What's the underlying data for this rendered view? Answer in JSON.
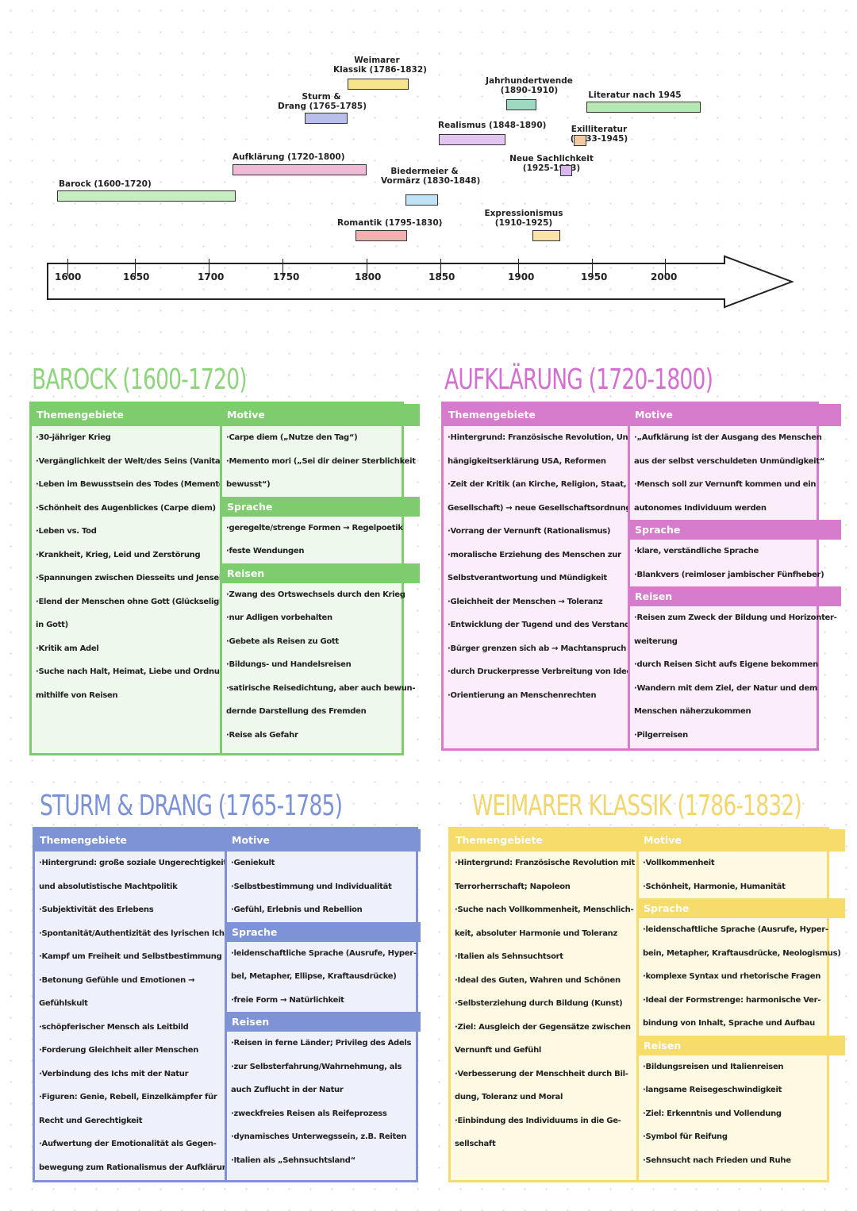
{
  "timeline": {
    "eras": [
      {
        "label": "Weimarer\nKlassik (1786-1832)",
        "color": "#f6e58c"
      },
      {
        "label": "Sturm &\nDrang (1765-1785)",
        "color": "#b7bfea"
      },
      {
        "label": "Jahrhundertwende\n(1890-1910)",
        "color": "#9fd8c0"
      },
      {
        "label": "Literatur nach 1945",
        "color": "#b9e7b3"
      },
      {
        "label": "Realismus (1848-1890)",
        "color": "#e3c6f0"
      },
      {
        "label": "Exilliteratur\n(1933-1945)",
        "color": "#f5c9a0"
      },
      {
        "label": "Aufklärung (1720-1800)",
        "color": "#f0b9d6"
      },
      {
        "label": "Biedermeier &\nVormärz (1830-1848)",
        "color": "#bfe2f4"
      },
      {
        "label": "Neue Sachlichkeit\n(1925-1933)",
        "color": "#d8b8ec"
      },
      {
        "label": "Barock (1600-1720)",
        "color": "#c7ecc2"
      },
      {
        "label": "Romantik (1795-1830)",
        "color": "#f2b0b0"
      },
      {
        "label": "Expressionismus\n(1910-1925)",
        "color": "#fbe3a6"
      }
    ],
    "years": [
      "1600",
      "1650",
      "1700",
      "1750",
      "1800",
      "1850",
      "1900",
      "1950",
      "2000"
    ]
  },
  "sections": [
    {
      "title": "BAROCK (1600-1720)",
      "color": "#7dcc6e",
      "title_color": "#8dd47d",
      "tint": "#eef8ec",
      "left": {
        "heading": "Themengebiete",
        "lines": [
          "·30-jähriger Krieg",
          "·Vergänglichkeit der Welt/des Seins (Vanitas)",
          "·Leben im Bewusstsein des Todes (Memento mori)",
          "·Schönheit des Augenblickes (Carpe diem)",
          "·Leben vs. Tod",
          "·Krankheit, Krieg, Leid und Zerstörung",
          "·Spannungen zwischen Diesseits und Jenseits",
          "·Elend der Menschen ohne Gott (Glückseligkeit",
          "in Gott)",
          "·Kritik am Adel",
          "·Suche nach Halt, Heimat, Liebe und Ordnung",
          "mithilfe von Reisen"
        ]
      },
      "right": [
        {
          "heading": "Motive",
          "lines": [
            "·Carpe diem („Nutze den Tag“)",
            "·Memento mori („Sei dir deiner Sterblichkeit",
            "bewusst“)"
          ]
        },
        {
          "heading": "Sprache",
          "lines": [
            "·geregelte/strenge Formen → Regelpoetik",
            "·feste Wendungen"
          ]
        },
        {
          "heading": "Reisen",
          "lines": [
            "·Zwang des Ortswechsels durch den Krieg",
            "·nur Adligen vorbehalten",
            "·Gebete als Reisen zu Gott",
            "·Bildungs- und Handelsreisen",
            "·satirische Reisedichtung, aber auch bewun-",
            "derndе Darstellung des Fremden",
            "·Reise als Gefahr"
          ]
        }
      ]
    },
    {
      "title": "AUFKLÄRUNG (1720-1800)",
      "color": "#d77ccc",
      "title_color": "#d36fd0",
      "tint": "#fbeefa",
      "left": {
        "heading": "Themengebiete",
        "lines": [
          "·Hintergrund: Französische Revolution, Unab-",
          "hängigkeitserklärung USA, Reformen",
          "·Zeit der Kritik (an Kirche, Religion, Staat,",
          "Gesellschaft) → neue Gesellschaftsordnung",
          "·Vorrang der Vernunft (Rationalismus)",
          "·moralische Erziehung des Menschen zur",
          "Selbstverantwortung und Mündigkeit",
          "·Gleichheit der Menschen → Toleranz",
          "·Entwicklung der Tugend und des Verstandes",
          "·Bürger grenzen sich ab → Machtanspruch",
          "·durch Druckerpresse Verbreitung von Ideen",
          "·Orientierung an Menschenrechten"
        ]
      },
      "right": [
        {
          "heading": "Motive",
          "lines": [
            "·„Aufklärung ist der Ausgang des Menschen",
            "aus der selbst verschuldeten Unmündigkeit“",
            "·Mensch soll zur Vernunft kommen und ein",
            "autonomes Individuum werden"
          ]
        },
        {
          "heading": "Sprache",
          "lines": [
            "·klare, verständliche Sprache",
            "·Blankvers (reimloser jambischer Fünfheber)"
          ]
        },
        {
          "heading": "Reisen",
          "lines": [
            "·Reisen zum Zweck der Bildung und Horizonter-",
            "weiterung",
            "·durch Reisen Sicht aufs Eigene bekommen",
            "·Wandern mit dem Ziel, der Natur und dem",
            "Menschen näherzukommen",
            "·Pilgerreisen"
          ]
        }
      ]
    },
    {
      "title": "STURM & DRANG (1765-1785)",
      "color": "#7d93d6",
      "title_color": "#7a92da",
      "tint": "#eef1fb",
      "left": {
        "heading": "Themengebiete",
        "lines": [
          "·Hintergrund: große soziale Ungerechtigkeit",
          "und absolutistische Machtpolitik",
          "·Subjektivität des Erlebens",
          "·Spontanität/Authentizität des lyrischen Ichs",
          "·Kampf um Freiheit und Selbstbestimmung",
          "·Betonung Gefühle und Emotionen →",
          "Gefühlskult",
          "·schöpferischer Mensch als Leitbild",
          "·Forderung Gleichheit aller Menschen",
          "·Verbindung des Ichs mit der Natur",
          "·Figuren: Genie, Rebell, Einzelkämpfer für",
          "Recht und Gerechtigkeit",
          "·Aufwertung der Emotionalität als Gegen-",
          "bewegung zum Rationalismus der Aufklärung"
        ]
      },
      "right": [
        {
          "heading": "Motive",
          "lines": [
            "·Geniekult",
            "·Selbstbestimmung und Individualität",
            "·Gefühl, Erlebnis und Rebellion"
          ]
        },
        {
          "heading": "Sprache",
          "lines": [
            "·leidenschaftliche Sprache (Ausrufe, Hyper-",
            "bel, Metapher, Ellipse, Kraftausdrücke)",
            "·freie Form → Natürlichkeit"
          ]
        },
        {
          "heading": "Reisen",
          "lines": [
            "·Reisen in ferne Länder; Privileg des Adels",
            "·zur Selbsterfahrung/Wahrnehmung, als",
            "auch Zuflucht in der Natur",
            "·zweckfreies Reisen als Reifeprozess",
            "·dynamisches Unterwegssein, z.B. Reiten",
            "·Italien als „Sehnsuchtsland“"
          ]
        }
      ]
    },
    {
      "title": "WEIMARER KLASSIK (1786-1832)",
      "color": "#f6dc6a",
      "title_color": "#f3d56a",
      "tint": "#fdf9e3",
      "left": {
        "heading": "Themengebiete",
        "lines": [
          "·Hintergrund: Französische Revolution mit",
          "Terrorherrschaft; Napoleon",
          "·Suche nach Vollkommenheit, Menschlich-",
          "keit, absoluter Harmonie und Toleranz",
          "·Italien als Sehnsuchtsort",
          "·Ideal des Guten, Wahren und Schönen",
          "·Selbsterziehung durch Bildung (Kunst)",
          "·Ziel: Ausgleich der Gegensätze zwischen",
          "Vernunft und Gefühl",
          "·Verbesserung der Menschheit durch Bil-",
          "dung, Toleranz und Moral",
          "·Einbindung des Individuums in die Ge-",
          "sellschaft"
        ]
      },
      "right": [
        {
          "heading": "Motive",
          "lines": [
            "·Vollkommenheit",
            "·Schönheit, Harmonie, Humanität"
          ]
        },
        {
          "heading": "Sprache",
          "lines": [
            "·leidenschaftliche Sprache (Ausrufe, Hyper-",
            "bein, Metapher, Kraftausdrücke, Neologismus)",
            "·komplexe Syntax und rhetorische Fragen",
            "·Ideal der Formstrenge: harmonische Ver-",
            "bindung von Inhalt, Sprache und Aufbau"
          ]
        },
        {
          "heading": "Reisen",
          "lines": [
            "·Bildungsreisen und Italienreisen",
            "·langsame Reisegeschwindigkeit",
            "·Ziel: Erkenntnis und Vollendung",
            "·Symbol für Reifung",
            "·Sehnsucht nach Frieden und Ruhe"
          ]
        }
      ]
    }
  ]
}
